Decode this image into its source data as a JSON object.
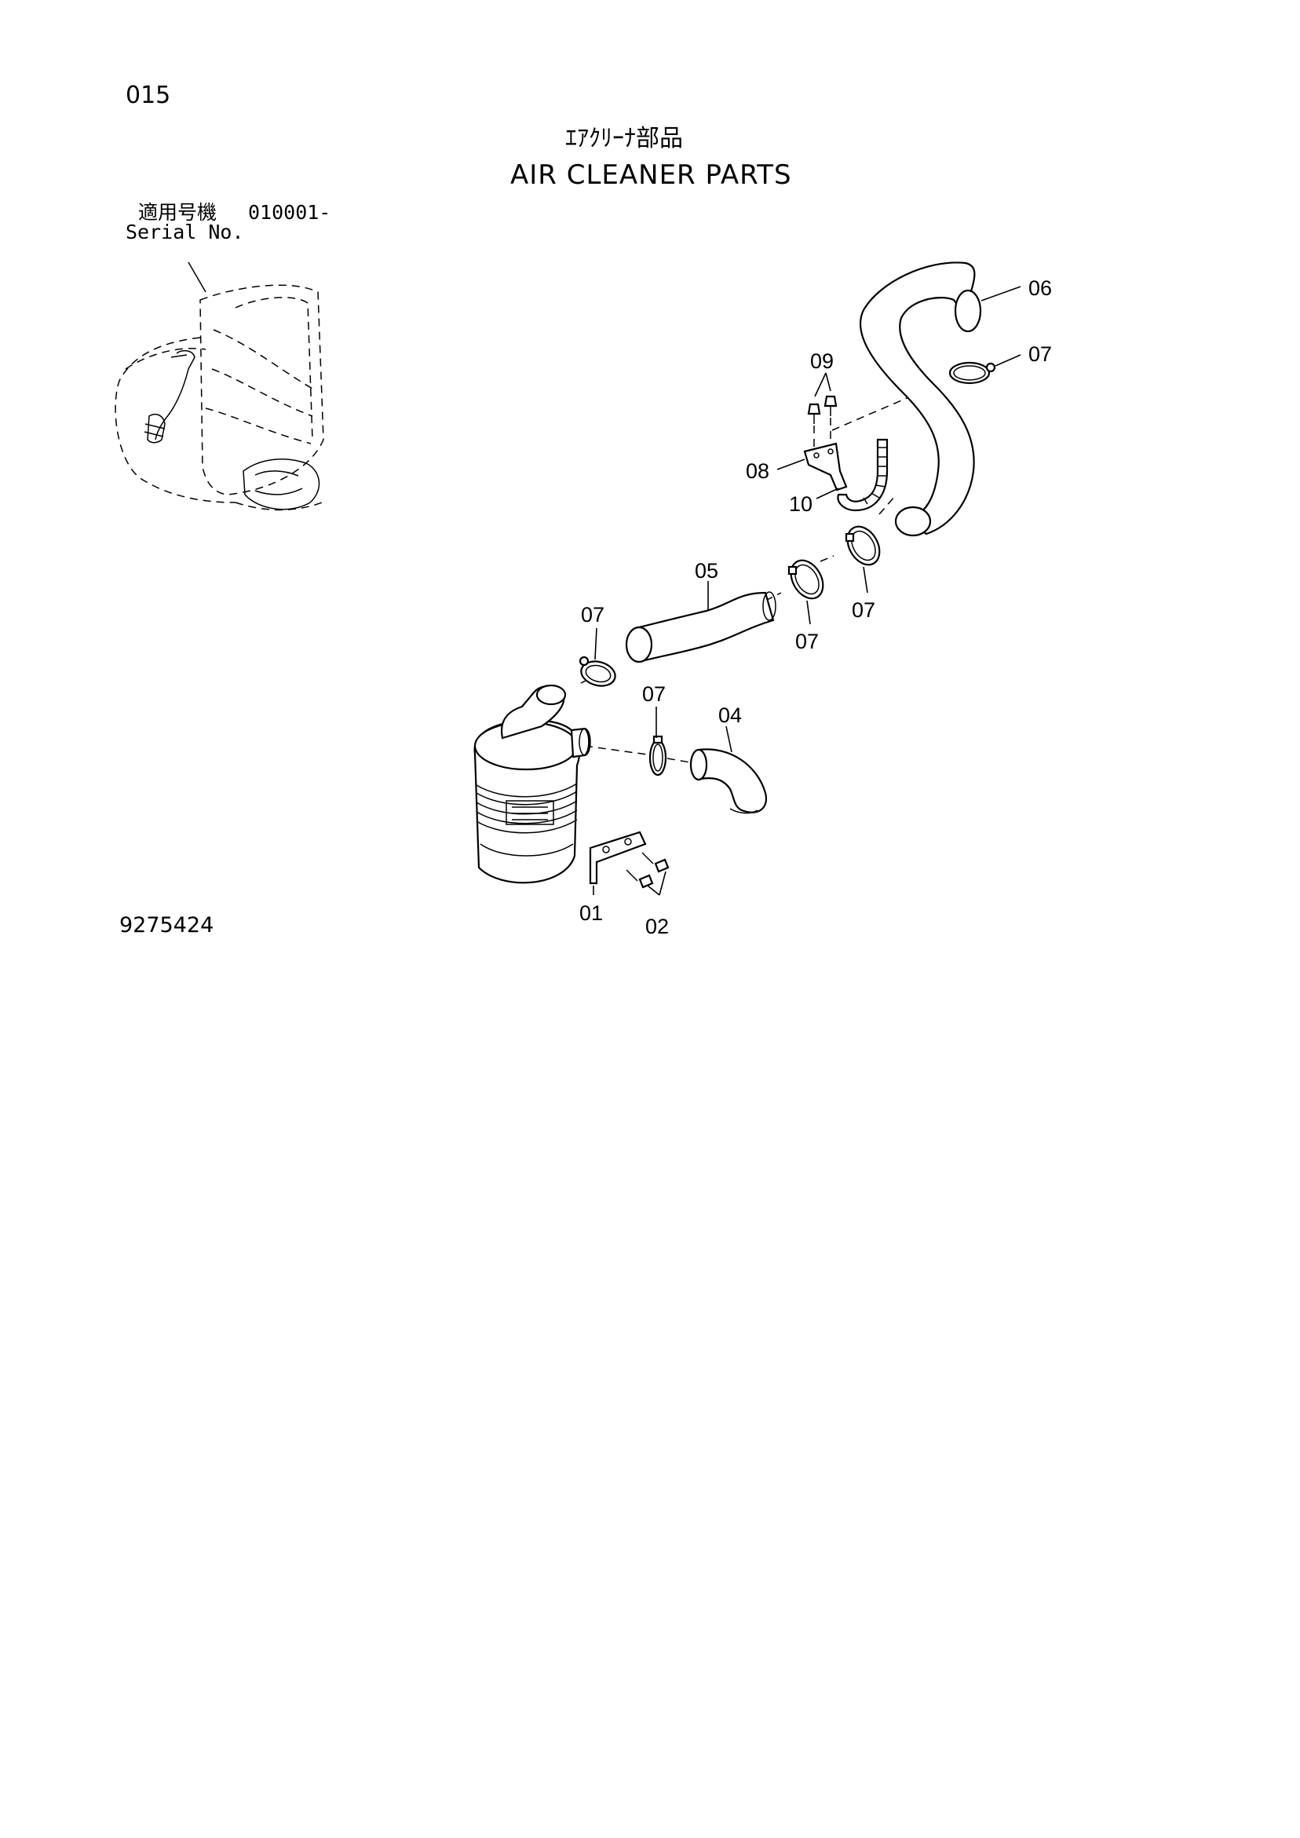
{
  "page": {
    "page_number": "015",
    "title_jp": "ｴｱｸﾘｰﾅ部品",
    "title_en": "AIR CLEANER PARTS",
    "serial_label_jp": "適用号機",
    "serial_value": "010001-",
    "serial_label_en": "Serial No.",
    "drawing_number": "9275424"
  },
  "callouts": {
    "c01": "01",
    "c02": "02",
    "c04": "04",
    "c05": "05",
    "c06": "06",
    "c07a": "07",
    "c07b": "07",
    "c07c": "07",
    "c07d": "07",
    "c07e": "07",
    "c08": "08",
    "c09": "09",
    "c10": "10"
  },
  "parts": [
    {
      "callout": "01",
      "depicts": "air cleaner mounting bracket"
    },
    {
      "callout": "02",
      "depicts": "bolts"
    },
    {
      "callout": "04",
      "depicts": "elbow hose"
    },
    {
      "callout": "05",
      "depicts": "intake hose"
    },
    {
      "callout": "06",
      "depicts": "S-shaped intake duct"
    },
    {
      "callout": "07",
      "depicts": "hose clamps"
    },
    {
      "callout": "08",
      "depicts": "bracket"
    },
    {
      "callout": "09",
      "depicts": "bolts"
    },
    {
      "callout": "10",
      "depicts": "hose"
    }
  ]
}
